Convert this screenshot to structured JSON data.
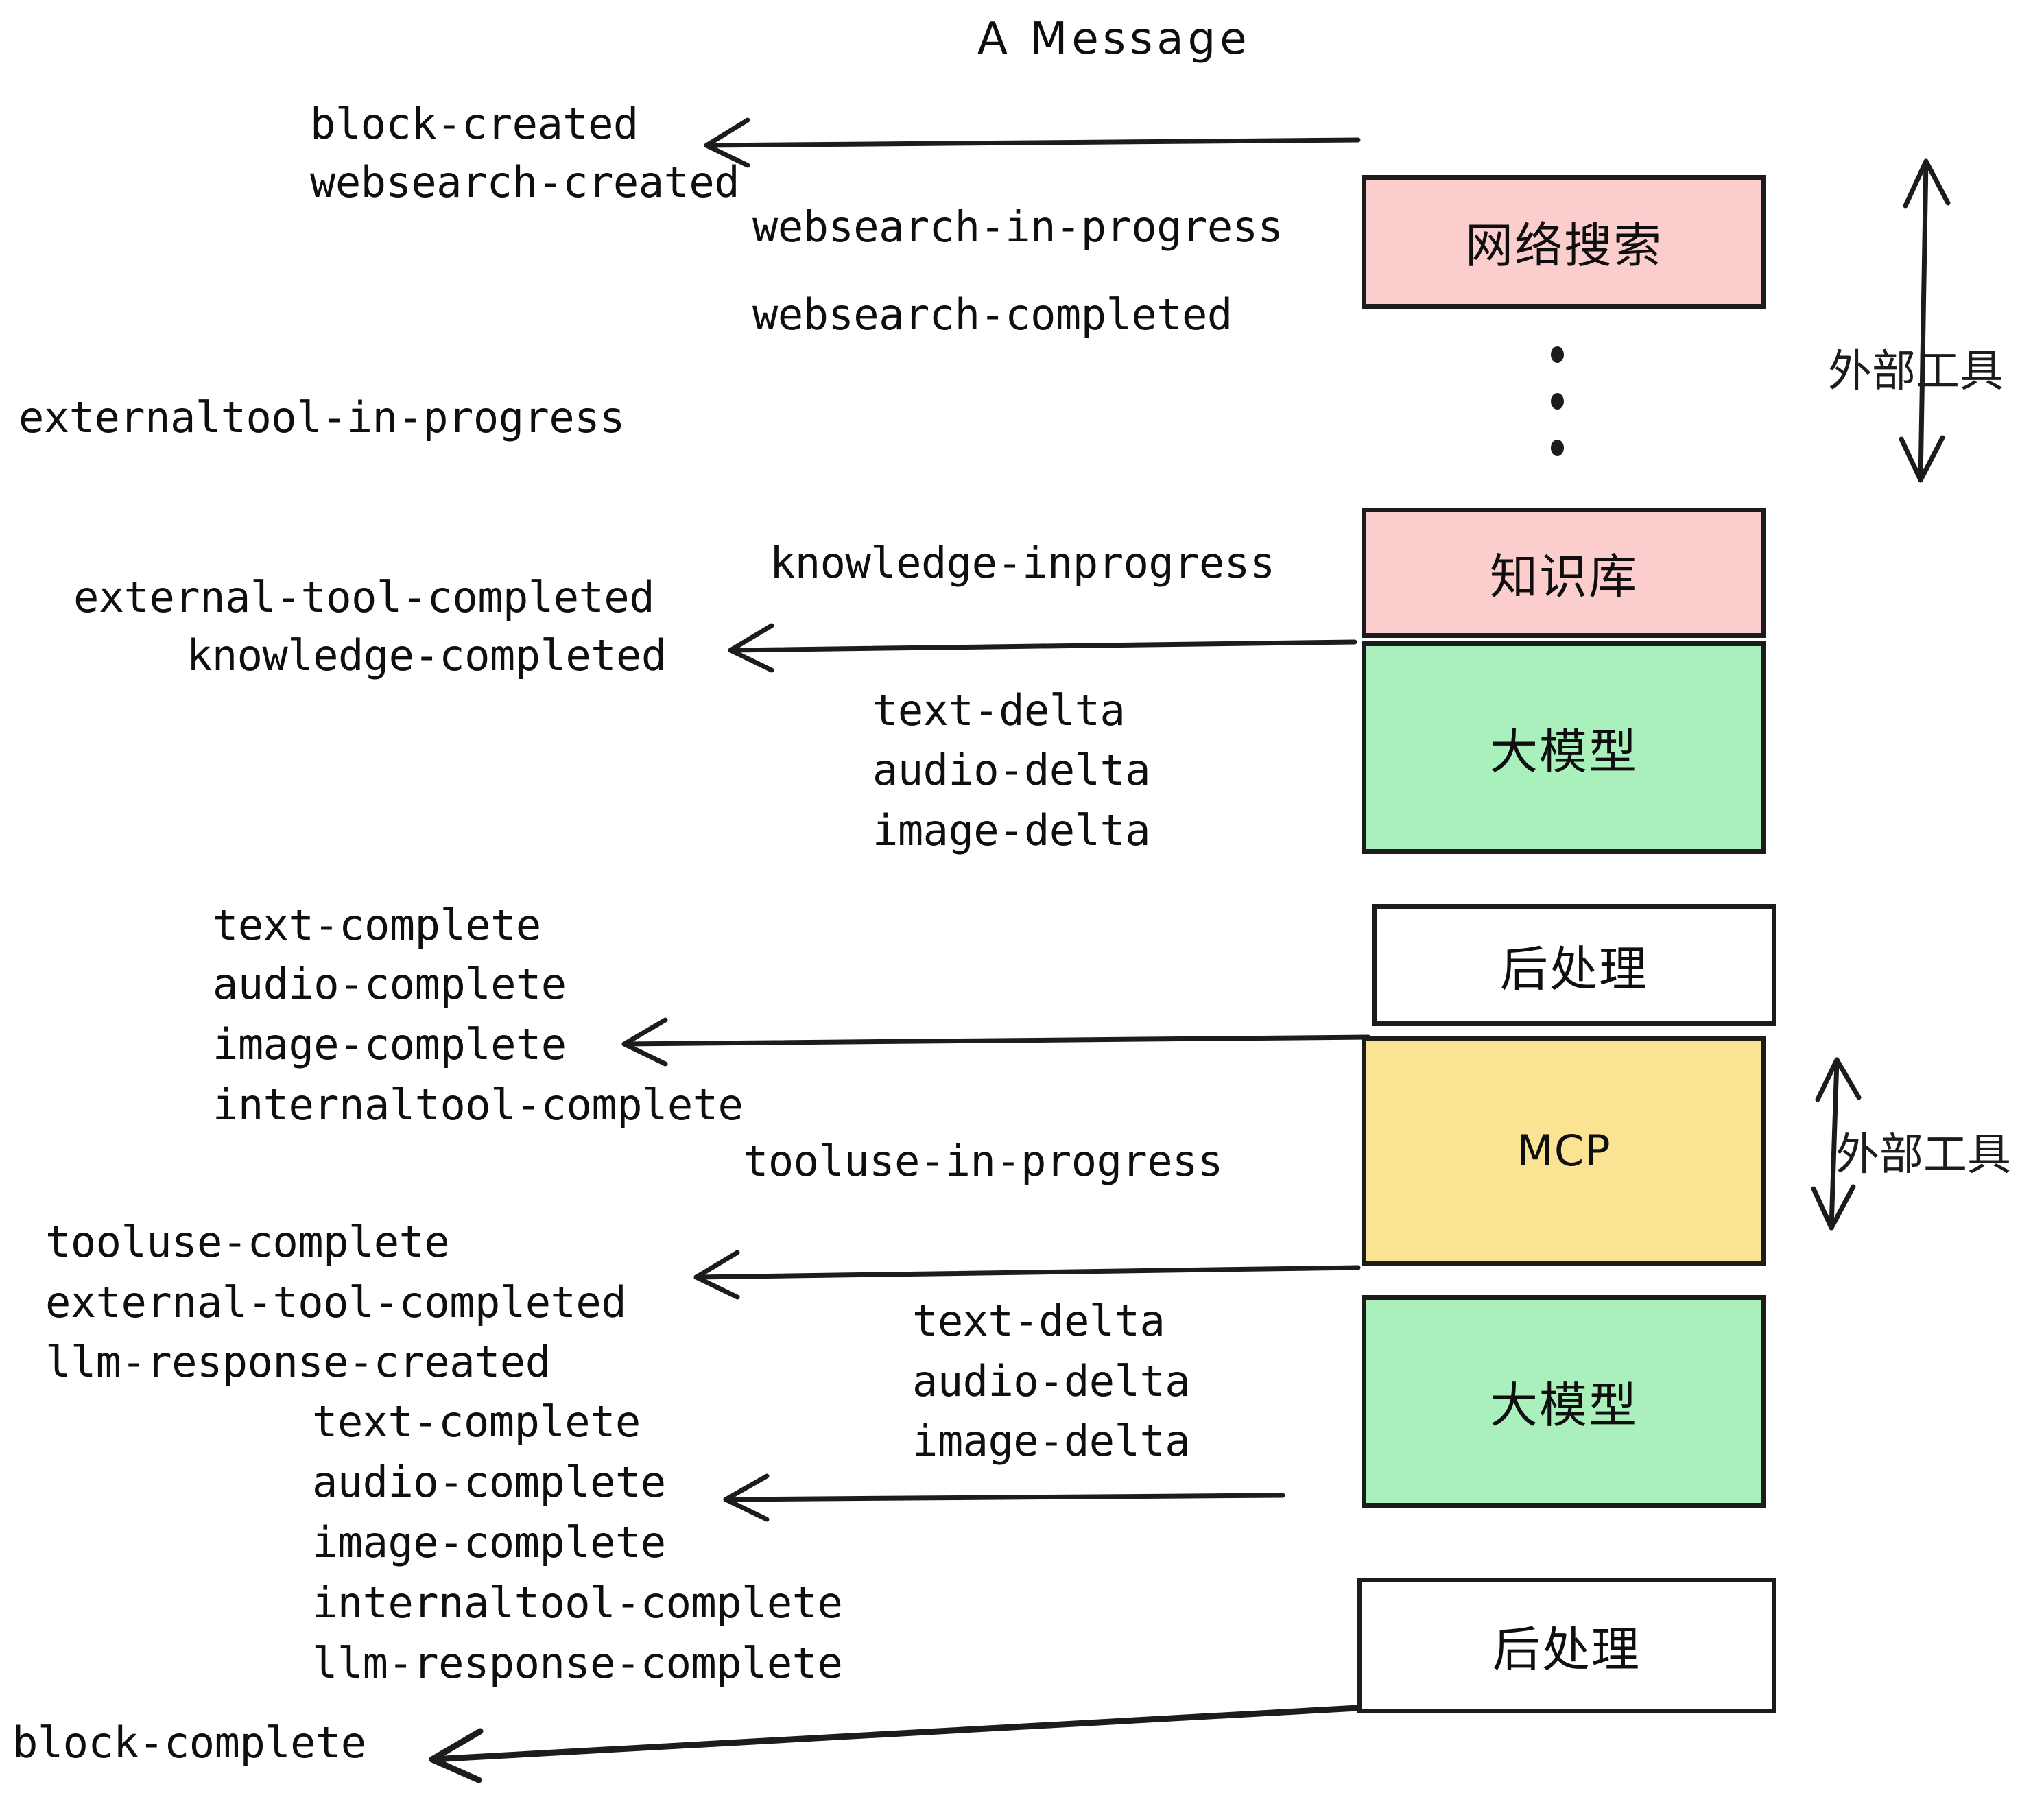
{
  "diagram": {
    "title": "A Message",
    "nodes": [
      {
        "id": "websearch",
        "label": "网络搜索",
        "color": "#fccdcd"
      },
      {
        "id": "knowledge",
        "label": "知识库",
        "color": "#fccdcd"
      },
      {
        "id": "llm1",
        "label": "大模型",
        "color": "#aaf0bd"
      },
      {
        "id": "post1",
        "label": "后处理",
        "color": "#ffffff"
      },
      {
        "id": "mcp",
        "label": "MCP",
        "color": "#fae392"
      },
      {
        "id": "llm2",
        "label": "大模型",
        "color": "#aaf0bd"
      },
      {
        "id": "post2",
        "label": "后处理",
        "color": "#ffffff"
      }
    ],
    "side_labels": [
      {
        "id": "external-tools-top",
        "text": "外部工具"
      },
      {
        "id": "external-tools-bottom",
        "text": "外部工具"
      }
    ],
    "events": {
      "block_created": "block-created",
      "websearch_created": "websearch-created",
      "websearch_in_progress": "websearch-in-progress",
      "websearch_completed": "websearch-completed",
      "externaltool_in_progress": "externaltool-in-progress",
      "knowledge_inprogress": "knowledge-inprogress",
      "external_tool_completed_1": "external-tool-completed",
      "knowledge_completed": "knowledge-completed",
      "text_delta_1": "text-delta",
      "audio_delta_1": "audio-delta",
      "image_delta_1": "image-delta",
      "text_complete_1": "text-complete",
      "audio_complete_1": "audio-complete",
      "image_complete_1": "image-complete",
      "internaltool_complete_1": "internaltool-complete",
      "tooluse_in_progress": "tooluse-in-progress",
      "tooluse_complete": "tooluse-complete",
      "external_tool_completed_2": "external-tool-completed",
      "llm_response_created": "llm-response-created",
      "text_delta_2": "text-delta",
      "audio_delta_2": "audio-delta",
      "image_delta_2": "image-delta",
      "text_complete_2": "text-complete",
      "audio_complete_2": "audio-complete",
      "image_complete_2": "image-complete",
      "internaltool_complete_2": "internaltool-complete",
      "llm_response_complete": "llm-response-complete",
      "block_complete": "block-complete"
    },
    "colors": {
      "pink": "#fccdcd",
      "green": "#aaf0bd",
      "yellow": "#fae392",
      "white": "#ffffff",
      "stroke": "#1c1c1c",
      "text": "#0f0f0f"
    }
  }
}
